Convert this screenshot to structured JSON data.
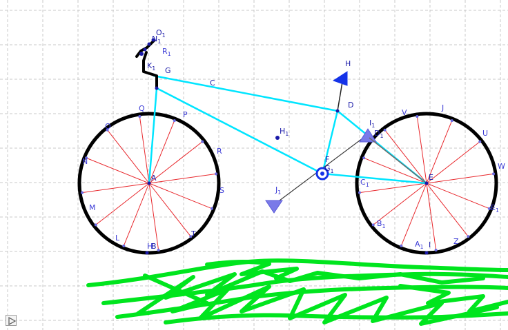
{
  "colors": {
    "background": "#ffffff",
    "grid": "#c8c8c8",
    "frame_cyan": "#00e5ff",
    "wheel_black": "#000000",
    "spoke_red": "#e8262b",
    "point_blue": "#2a2ad0",
    "arrow_blue": "#1533e8",
    "scribble_green": "#00e51e",
    "text_blue": "#3b3bd6"
  },
  "labels": {
    "O1": "O",
    "O1_sub": "1",
    "N1": "N",
    "N1_sub": "1",
    "R1": "R",
    "R1_sub": "1",
    "K1": "K",
    "K1_sub": "1",
    "G": "G",
    "C": "C",
    "H": "H",
    "D": "D",
    "H1": "H",
    "H1_sub": "1",
    "I1": "I",
    "I1_sub": "1",
    "D1": "D",
    "D1_sub": "1",
    "F": "F",
    "G1": "G",
    "G1_sub": "1",
    "J1": "J",
    "J1_sub": "1",
    "A": "A",
    "B": "B",
    "Hs": "H",
    "E": "E",
    "Q": "Q",
    "P": "P",
    "Oo": "O",
    "R": "R",
    "N": "N",
    "S": "S",
    "M": "M",
    "L": "L",
    "T": "T",
    "V": "V",
    "J": "J",
    "U": "U",
    "W": "W",
    "C1": "C",
    "C1_sub": "1",
    "E1": "E",
    "E1_sub": "1",
    "B1": "B",
    "B1_sub": "1",
    "A1": "A",
    "A1_sub": "1",
    "I": "I",
    "Z": "Z"
  },
  "controls": {
    "play_icon": "play-icon"
  }
}
